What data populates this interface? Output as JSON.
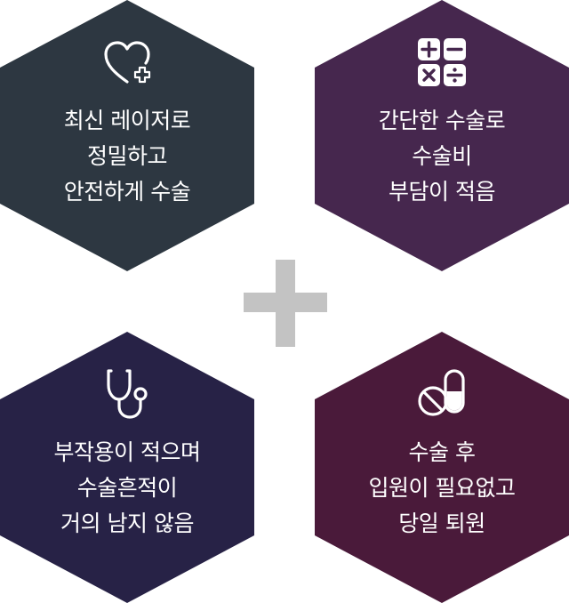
{
  "colors": {
    "hex1": "#2d3741",
    "hex2": "#46274e",
    "hex3": "#272246",
    "hex4": "#4a1a3a",
    "plus": "#c3c3c3",
    "text": "#ffffff"
  },
  "cards": [
    {
      "icon": "heart-plus-icon",
      "lines": [
        "최신 레이저로",
        "정밀하고",
        "안전하게 수술"
      ]
    },
    {
      "icon": "calculator-icon",
      "lines": [
        "간단한 수술로",
        "수술비",
        "부담이 적음"
      ]
    },
    {
      "icon": "stethoscope-icon",
      "lines": [
        "부작용이 적으며",
        "수술흔적이",
        "거의 남지 않음"
      ]
    },
    {
      "icon": "pills-icon",
      "lines": [
        "수술 후",
        "입원이 필요없고",
        "당일 퇴원"
      ]
    }
  ]
}
